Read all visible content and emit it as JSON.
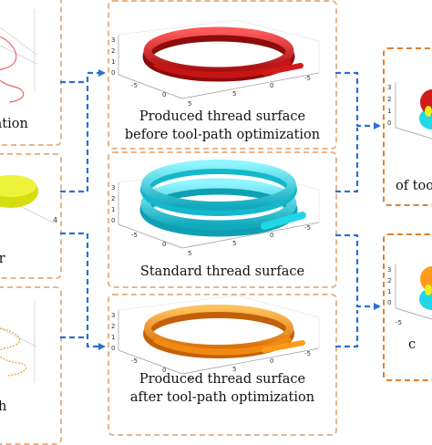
{
  "colors": {
    "red": "#d11a1a",
    "cyan": "#21d6e6",
    "orange": "#ff9a1a",
    "yellow": "#e9ef1a",
    "arrow": "#2a6fd6",
    "box_border": "#e9b48a"
  },
  "left_column": {
    "top_caption": "zation",
    "middle_caption": "er",
    "bottom_caption": "h"
  },
  "center_column": {
    "top_caption_line1": "Produced thread surface",
    "top_caption_line2": "before tool-path optimization",
    "middle_caption": "Standard thread surface",
    "bottom_caption_line1": "Produced thread surface",
    "bottom_caption_line2": "after tool-path optimization"
  },
  "right_column": {
    "top_caption": "of too",
    "bottom_caption": "c"
  },
  "plot_ticks": {
    "z": [
      "3",
      "2",
      "1",
      "0"
    ],
    "x_left": "-5",
    "x_mid": "0",
    "x_right": "5",
    "y_left": "5",
    "y_mid": "0",
    "y_right": "-5"
  },
  "left_ticks": {
    "four": "4"
  },
  "right_ticks": {
    "z": [
      "3",
      "2",
      "1",
      "0"
    ],
    "neg": "-5"
  }
}
